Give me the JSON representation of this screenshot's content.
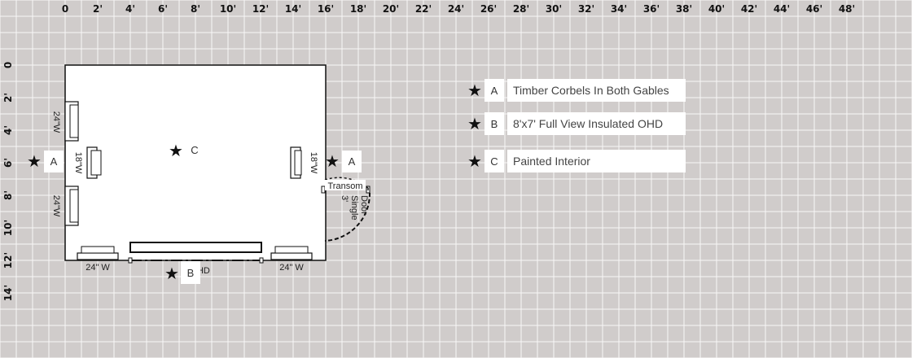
{
  "ruler": {
    "top": [
      "0",
      "2'",
      "4'",
      "6'",
      "8'",
      "10'",
      "12'",
      "14'",
      "16'",
      "18'",
      "20'",
      "22'",
      "24'",
      "26'",
      "28'",
      "30'",
      "32'",
      "34'",
      "36'",
      "38'",
      "40'",
      "42'",
      "44'",
      "46'",
      "48'"
    ],
    "left": [
      "0",
      "2'",
      "4'",
      "6'",
      "8'",
      "10'",
      "12'",
      "14'"
    ]
  },
  "windows": {
    "w1": "24\"W",
    "w2": "18\"W",
    "w3": "24\"W",
    "w4": "18\"W",
    "w5": "24\" W",
    "w6": "24\" W"
  },
  "door": {
    "transom": "Transom",
    "line1": "3'",
    "line2": "Single",
    "line3": "Door"
  },
  "ohd": {
    "label": "8' OHD"
  },
  "markers": {
    "a_left": "A",
    "a_right": "A",
    "b": "B",
    "c": "C"
  },
  "notes": [
    {
      "letter": "A",
      "text": "Timber Corbels In Both Gables"
    },
    {
      "letter": "B",
      "text": "8'x7' Full View Insulated OHD"
    },
    {
      "letter": "C",
      "text": "Painted Interior"
    }
  ],
  "colors": {
    "background": "#d0cccb",
    "grid": "#ffffff",
    "wall": "#111111"
  }
}
